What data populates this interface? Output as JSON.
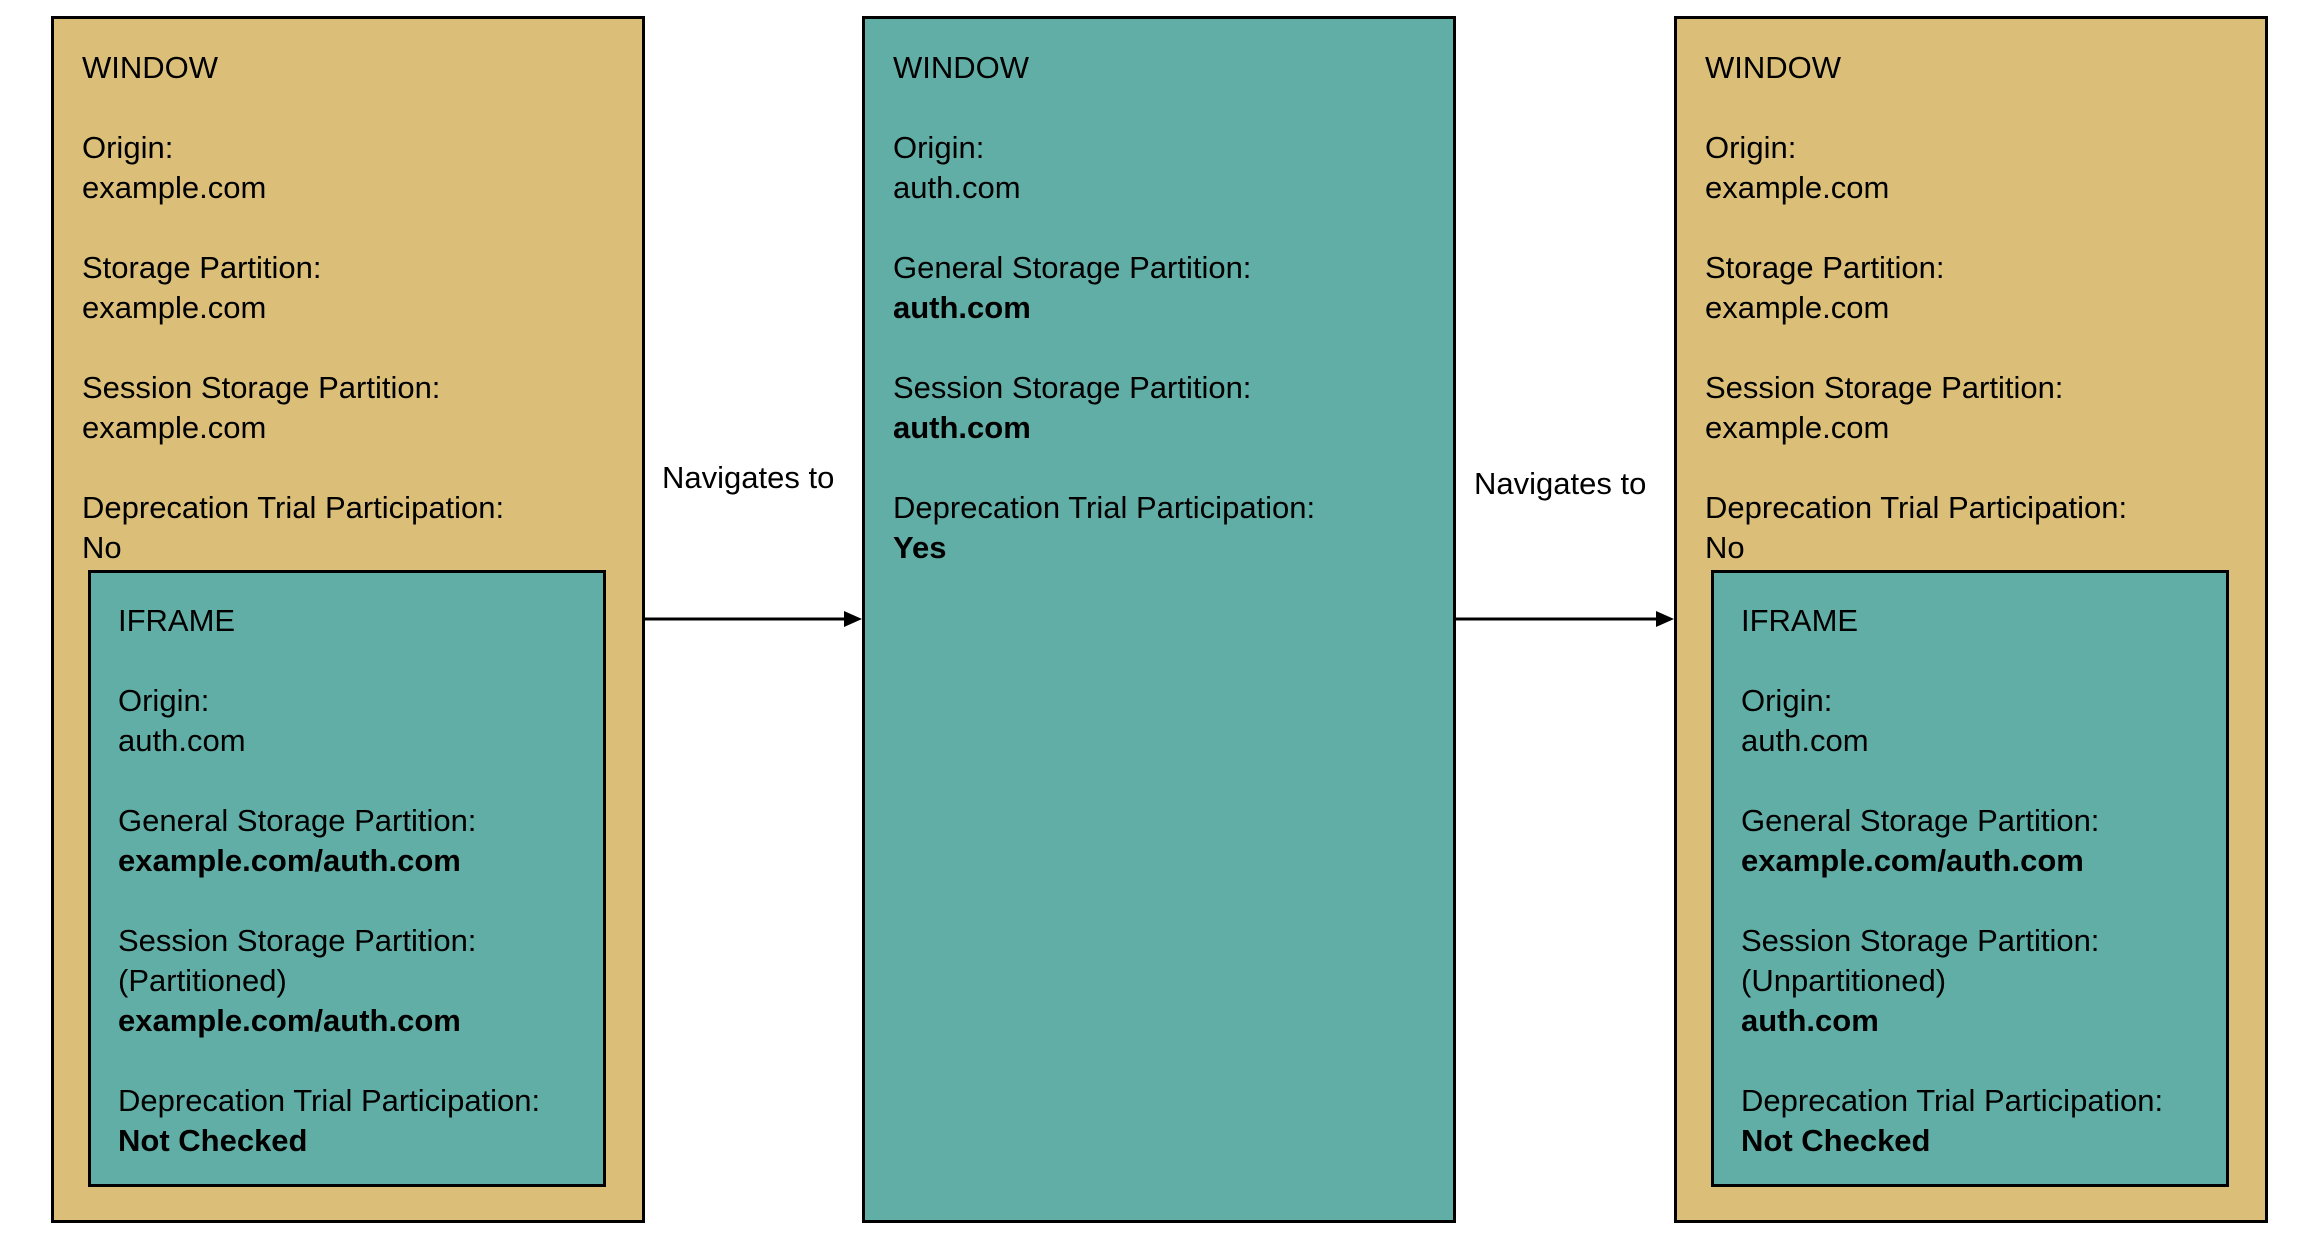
{
  "colors": {
    "gold": "#dbbf78",
    "teal": "#61aea6",
    "stroke": "#000000"
  },
  "navigation_label": "Navigates to",
  "left": {
    "window": {
      "title": "WINDOW",
      "fields": [
        {
          "label": "Origin:",
          "value": "example.com",
          "bold": false
        },
        {
          "label": "Storage Partition:",
          "value": "example.com",
          "bold": false
        },
        {
          "label": "Session Storage Partition:",
          "value": "example.com",
          "bold": false
        },
        {
          "label": "Deprecation Trial Participation:",
          "value": "No",
          "bold": false
        }
      ]
    },
    "iframe": {
      "title": "IFRAME",
      "fields": [
        {
          "label": "Origin:",
          "value": "auth.com",
          "bold": false
        },
        {
          "label": "General Storage Partition:",
          "value": "example.com/auth.com",
          "bold": true
        },
        {
          "label": "Session Storage Partition:",
          "qualifier": "(Partitioned)",
          "value": "example.com/auth.com",
          "bold": true
        },
        {
          "label": "Deprecation Trial Participation:",
          "value": "Not Checked",
          "bold": true
        }
      ]
    }
  },
  "middle": {
    "window": {
      "title": "WINDOW",
      "fields": [
        {
          "label": "Origin:",
          "value": "auth.com",
          "bold": false
        },
        {
          "label": "General Storage Partition:",
          "value": "auth.com",
          "bold": true
        },
        {
          "label": "Session Storage Partition:",
          "value": "auth.com",
          "bold": true
        },
        {
          "label": "Deprecation Trial Participation:",
          "value": "Yes",
          "bold": true
        }
      ]
    }
  },
  "right": {
    "window": {
      "title": "WINDOW",
      "fields": [
        {
          "label": "Origin:",
          "value": "example.com",
          "bold": false
        },
        {
          "label": "Storage Partition:",
          "value": "example.com",
          "bold": false
        },
        {
          "label": "Session Storage Partition:",
          "value": "example.com",
          "bold": false
        },
        {
          "label": "Deprecation Trial Participation:",
          "value": "No",
          "bold": false
        }
      ]
    },
    "iframe": {
      "title": "IFRAME",
      "fields": [
        {
          "label": "Origin:",
          "value": "auth.com",
          "bold": false
        },
        {
          "label": "General Storage Partition:",
          "value": "example.com/auth.com",
          "bold": true
        },
        {
          "label": "Session Storage Partition:",
          "qualifier": "(Unpartitioned)",
          "value": "auth.com",
          "bold": true
        },
        {
          "label": "Deprecation Trial Participation:",
          "value": "Not Checked",
          "bold": true
        }
      ]
    }
  }
}
